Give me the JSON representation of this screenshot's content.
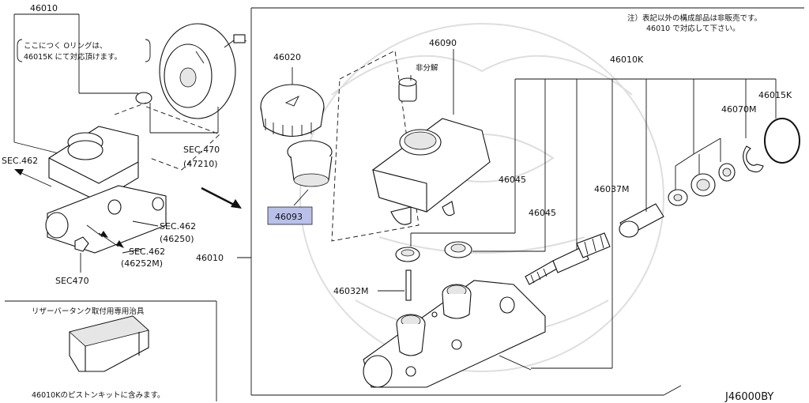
{
  "left_panel": {
    "main_part": "46010",
    "note_lines": [
      "ここにつく Oリングは、",
      "46015K にて対応頂けます。"
    ],
    "sec_462": "SEC.462",
    "sec_470_a": "SEC.470",
    "sec_470_a_sub": "(47210)",
    "sec_462_b": "SEC.462",
    "sec_462_b_sub": "(46250)",
    "sec_462_c": "SEC.462",
    "sec_462_c_sub": "(46252M)",
    "sec_470_b": "SEC470"
  },
  "tool_panel": {
    "title": "リザーバータンク取付用専用治具",
    "caption": "46010Kのピストンキットに含みます。"
  },
  "right_panel": {
    "note_lines": [
      "注）表記以外の構成部品は非販売です。",
      "46010 で対応して下さい。"
    ],
    "p46020": "46020",
    "p46090": "46090",
    "non_disassembly": "非分解",
    "p46010K": "46010K",
    "p46015K": "46015K",
    "p46070M": "46070M",
    "p46045_a": "46045",
    "p46045_b": "46045",
    "p46037M": "46037M",
    "p46093": "46093",
    "p46010": "46010",
    "p46032M": "46032M"
  },
  "diagram_code": "J46000BY",
  "colors": {
    "highlight": "#b9c0ea",
    "line": "#111111"
  }
}
